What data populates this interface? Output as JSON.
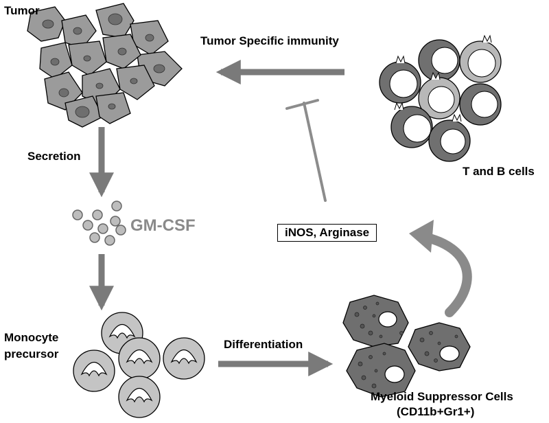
{
  "labels": {
    "tumor": "Tumor",
    "tumor_specific_immunity": "Tumor Specific immunity",
    "t_and_b_cells": "T and B cells",
    "secretion": "Secretion",
    "gm_csf": "GM-CSF",
    "inos_arginase": "iNOS, Arginase",
    "monocyte_line1": "Monocyte",
    "monocyte_line2": "precursor",
    "differentiation": "Differentiation",
    "myeloid_line1": "Myeloid Suppressor Cells",
    "myeloid_line2": "(CD11b+Gr1+)"
  },
  "colors": {
    "arrow": "#7a7a7a",
    "tumor_cell": "#9b9b9b",
    "tumor_nucleus": "#6e6e6e",
    "myeloid_cell": "#6f6f6f",
    "inhibit": "#8c8c8c",
    "lymph_dark": "#707070",
    "lymph_light": "#b8b8b8"
  }
}
